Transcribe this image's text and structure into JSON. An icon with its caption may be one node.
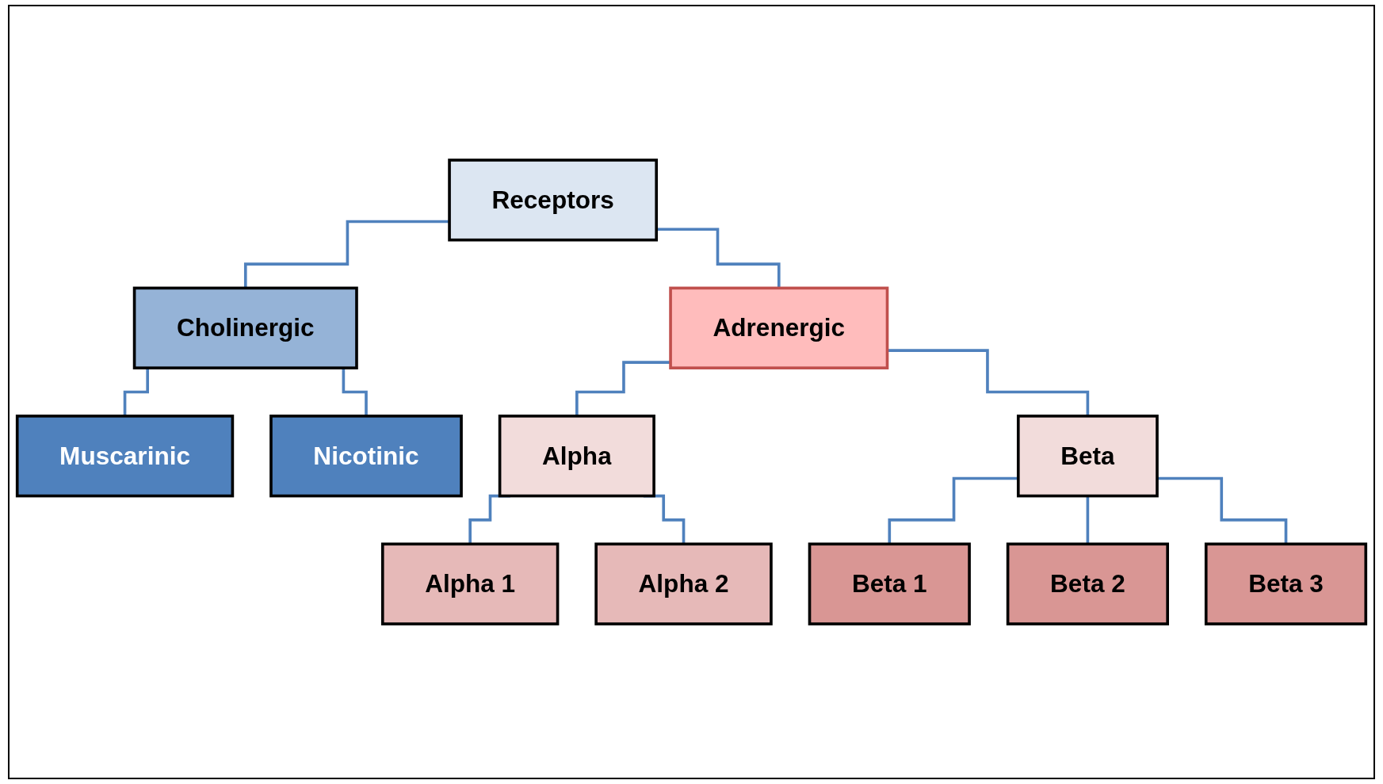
{
  "diagram": {
    "nodes": [
      {
        "text": [
          "Receptors"
        ]
      },
      {
        "text": [
          "Cholinergic"
        ]
      },
      {
        "text": [
          "Adrenergic"
        ]
      },
      {
        "text": [
          "Muscarinic"
        ]
      },
      {
        "text": [
          "Nicotinic"
        ]
      },
      {
        "text": [
          "Alpha"
        ]
      },
      {
        "text": [
          "Beta"
        ]
      },
      {
        "text": [
          "Alpha 1"
        ]
      },
      {
        "text": [
          "Alpha 2"
        ]
      },
      {
        "text": [
          "Beta 1"
        ]
      },
      {
        "text": [
          "Beta 2"
        ]
      },
      {
        "text": [
          "Beta 3"
        ]
      }
    ],
    "edges": [
      {
        "from": 0,
        "to": 1,
        "arrow": "none"
      },
      {
        "from": 0,
        "to": 2,
        "arrow": "none"
      },
      {
        "from": 1,
        "to": 3,
        "arrow": "none"
      },
      {
        "from": 1,
        "to": 4,
        "arrow": "none"
      },
      {
        "from": 2,
        "to": 5,
        "arrow": "none"
      },
      {
        "from": 2,
        "to": 6,
        "arrow": "none"
      },
      {
        "from": 5,
        "to": 7,
        "arrow": "none"
      },
      {
        "from": 5,
        "to": 8,
        "arrow": "none"
      },
      {
        "from": 6,
        "to": 9,
        "arrow": "none"
      },
      {
        "from": 6,
        "to": 10,
        "arrow": "none"
      },
      {
        "from": 6,
        "to": 11,
        "arrow": "none"
      }
    ]
  }
}
